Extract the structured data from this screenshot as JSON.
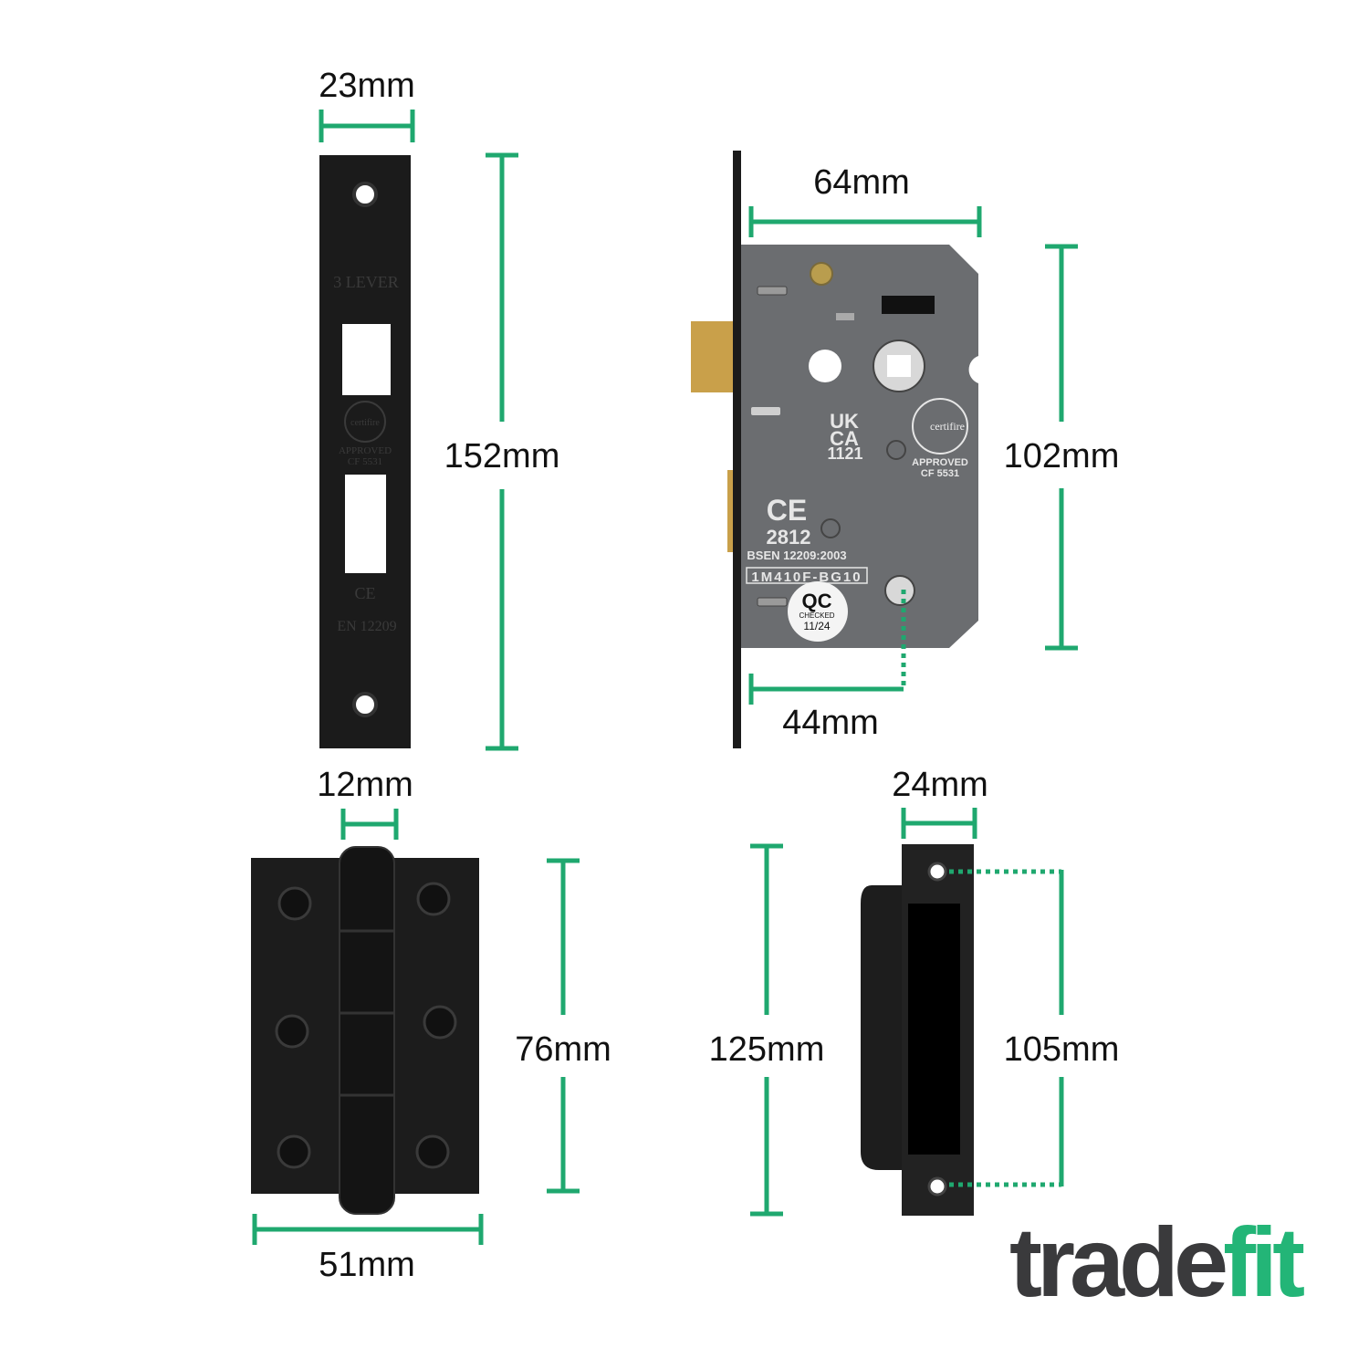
{
  "dimensions": {
    "forend_width": "23mm",
    "forend_height": "152mm",
    "case_width": "64mm",
    "case_height": "102mm",
    "backset": "44mm",
    "hinge_knuckle": "12mm",
    "hinge_height": "76mm",
    "hinge_width": "51mm",
    "keep_width": "24mm",
    "keep_height": "125mm",
    "keep_hole_centres": "105mm"
  },
  "forend_markings": {
    "type": "3 LEVER",
    "cert": "certifire",
    "approved": "APPROVED",
    "cf": "CF 5531",
    "ce": "CE",
    "standard": "EN 12209"
  },
  "case_markings": {
    "ukca_1": "UK",
    "ukca_2": "CA",
    "ukca_num": "1121",
    "cert": "certifire",
    "approved": "APPROVED",
    "cf": "CF 5531",
    "ce": "CE",
    "ce_num": "2812",
    "standard": "BSEN 12209:2003",
    "code": "1M410F-BG10",
    "qc": "QC",
    "qc_checked": "CHECKED",
    "qc_date": "11/24"
  },
  "logo": {
    "part1": "trade",
    "part2": "fit"
  },
  "colors": {
    "accent": "#1fa86f",
    "logo_dark": "#3a3a3c",
    "case_grey": "#6b6d70",
    "brass": "#c9a04a"
  }
}
